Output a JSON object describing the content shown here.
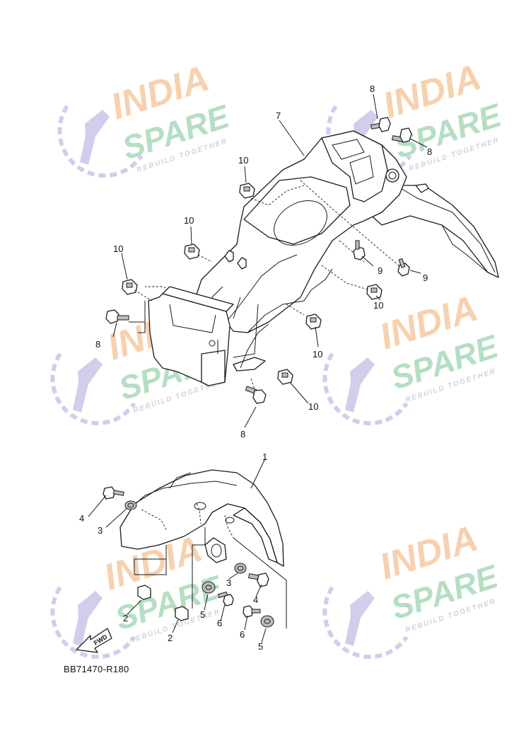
{
  "diagram_code": "BB71470-R180",
  "fwd_label": "FWD",
  "watermark": {
    "line1": "INDIA",
    "line2": "SPARE",
    "tagline": "REBUILD TOGETHER",
    "colors": {
      "india": "#f6c9a2",
      "spare": "#a9d9b8",
      "tagline": "#c9c9d9",
      "icon": "#c9c6e8"
    }
  },
  "callouts": {
    "c1": "1",
    "c2a": "2",
    "c2b": "2",
    "c3a": "3",
    "c3b": "3",
    "c4a": "4",
    "c4b": "4",
    "c5a": "5",
    "c5b": "5",
    "c6a": "6",
    "c6b": "6",
    "c7": "7",
    "c8a": "8",
    "c8b": "8",
    "c8c": "8",
    "c8d": "8",
    "c9a": "9",
    "c9b": "9",
    "c10a": "10",
    "c10b": "10",
    "c10c": "10",
    "c10d": "10",
    "c10e": "10",
    "c10f": "10"
  }
}
